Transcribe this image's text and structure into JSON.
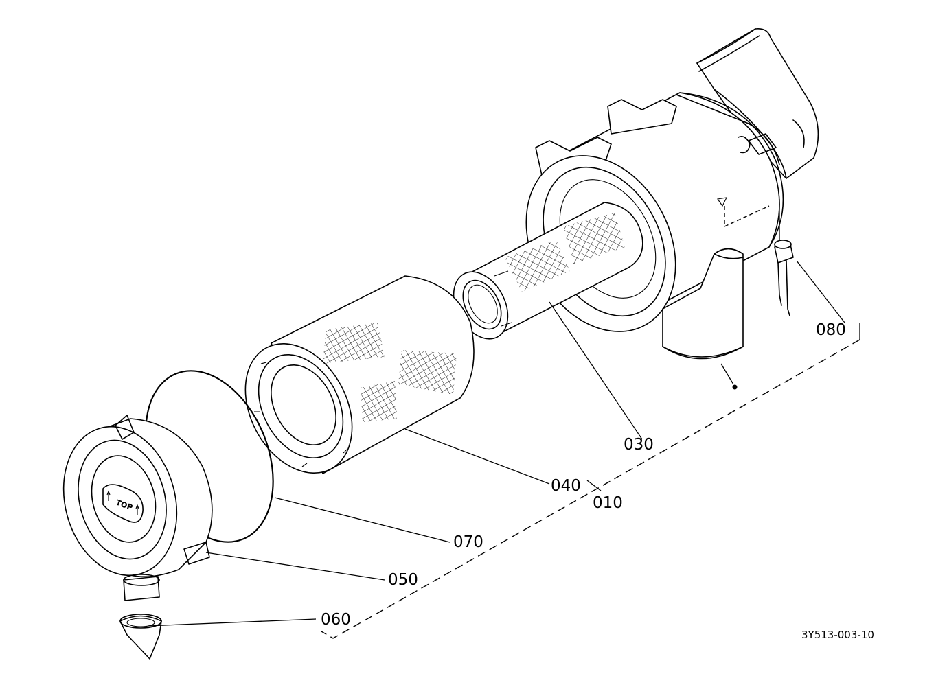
{
  "parts": [
    {
      "id": "part-010",
      "label": "010"
    },
    {
      "id": "part-030",
      "label": "030"
    },
    {
      "id": "part-040",
      "label": "040"
    },
    {
      "id": "part-050",
      "label": "050"
    },
    {
      "id": "part-060",
      "label": "060"
    },
    {
      "id": "part-070",
      "label": "070"
    },
    {
      "id": "part-080",
      "label": "080"
    }
  ],
  "cover_text": "TOP",
  "reference_code": "3Y513-003-10"
}
